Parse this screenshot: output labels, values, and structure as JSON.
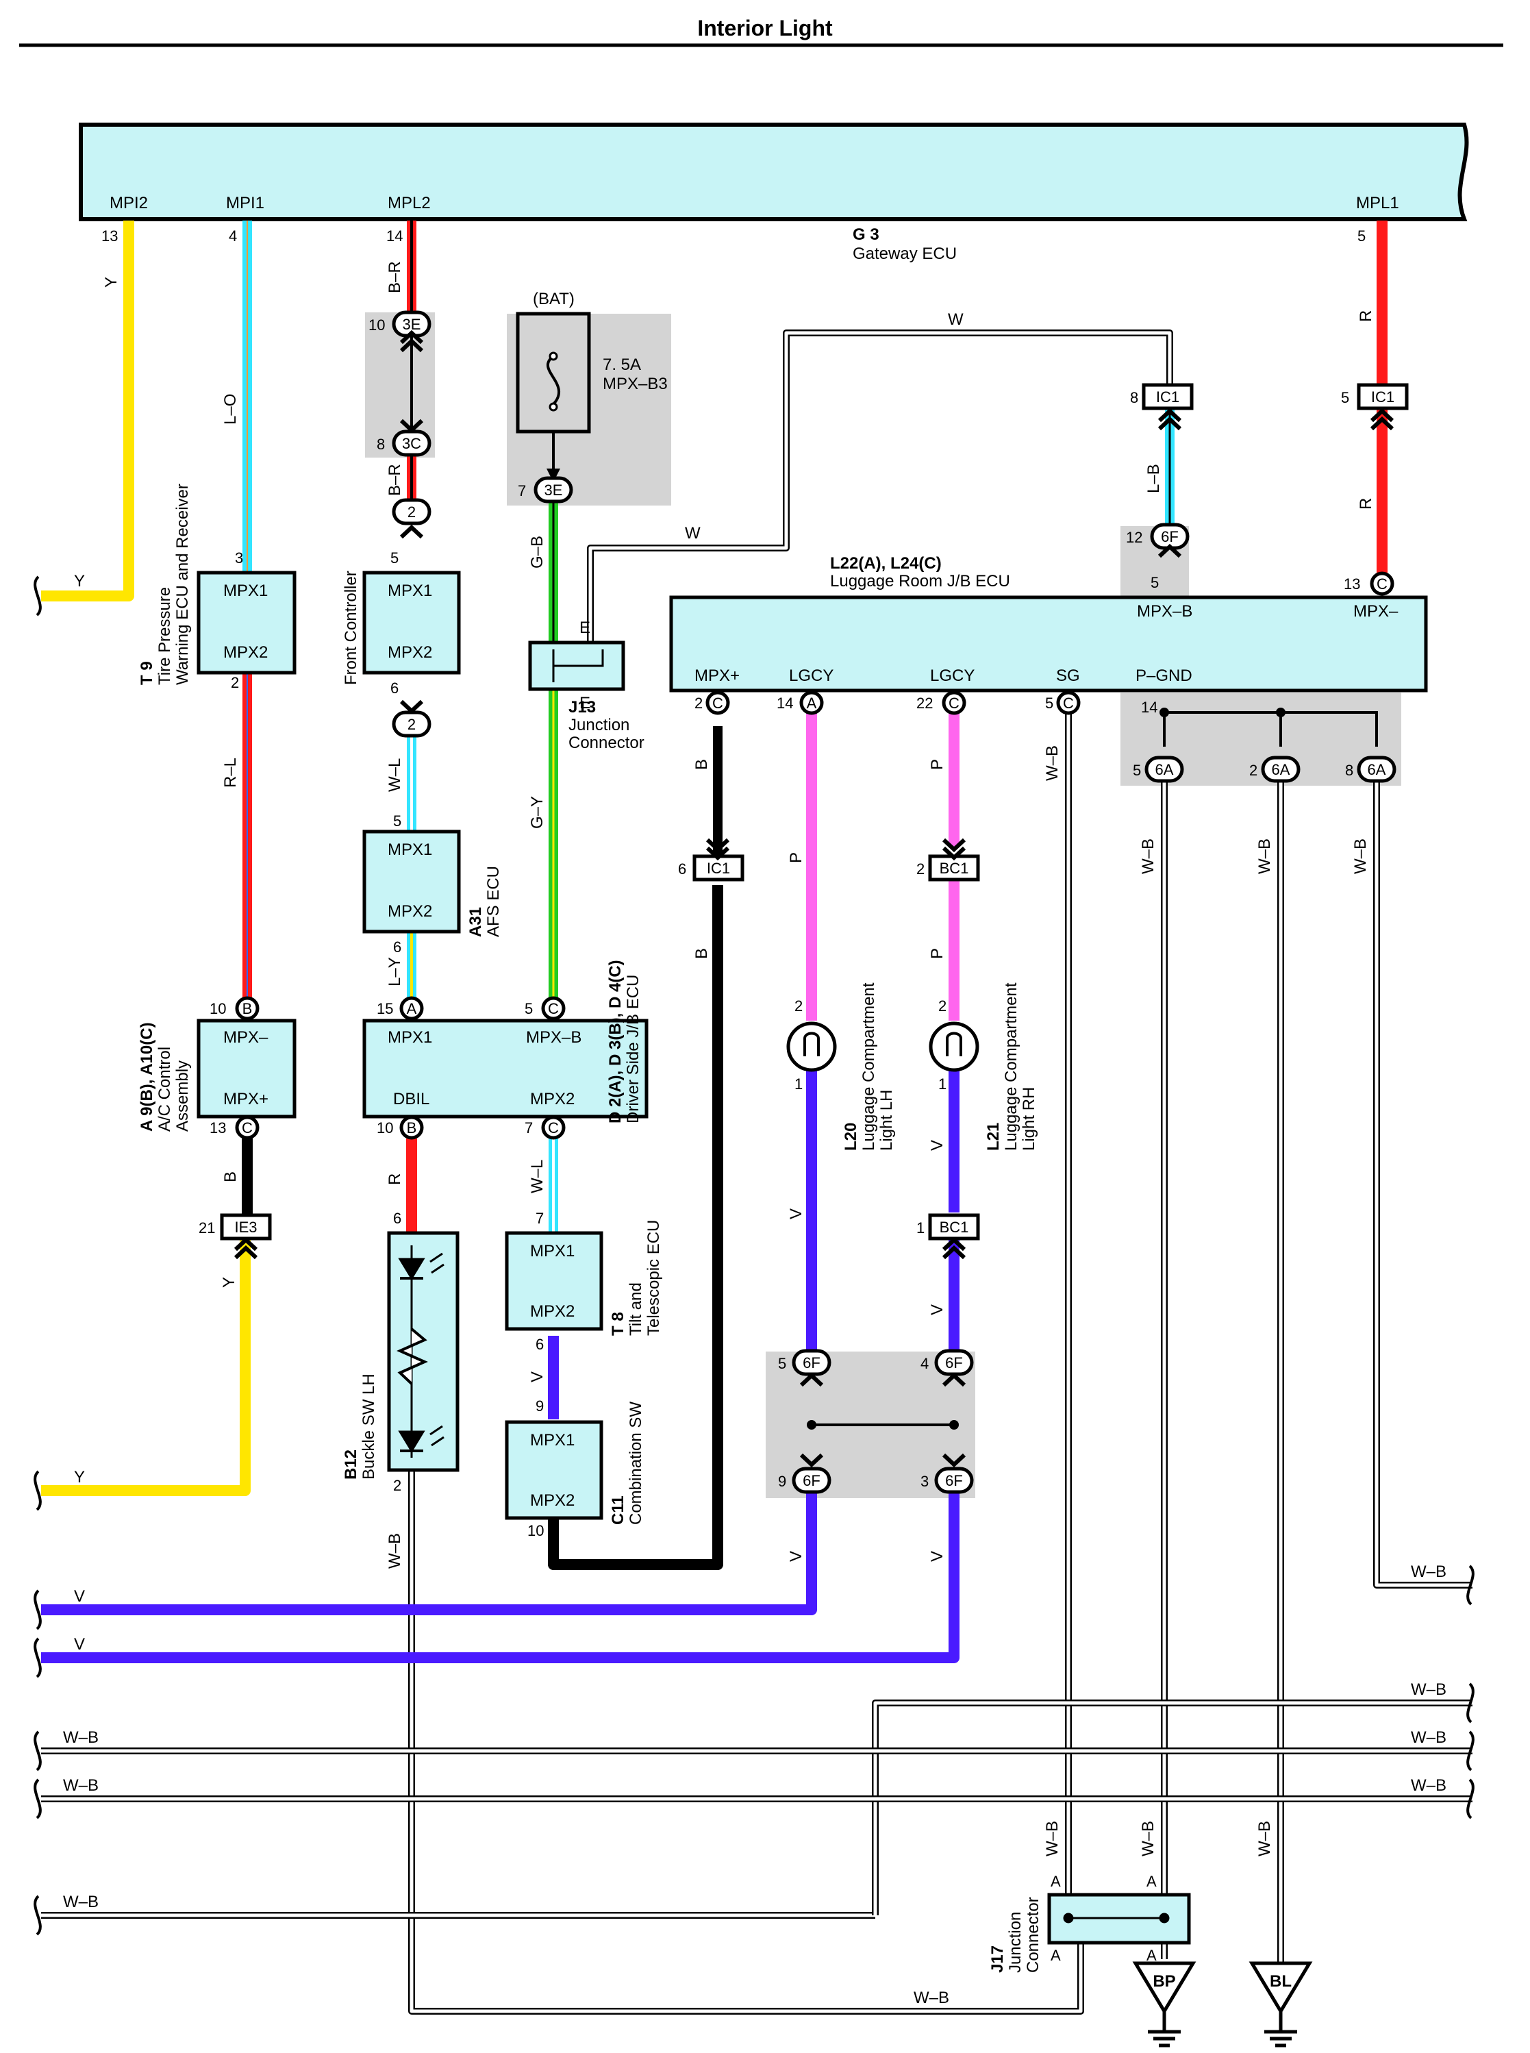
{
  "title": "Interior Light",
  "gateway": {
    "code": "G 3",
    "name": "Gateway ECU",
    "terminals": [
      {
        "name": "MPI2",
        "pin": "13",
        "wire": "Y"
      },
      {
        "name": "MPI1",
        "pin": "4",
        "wire": "L–O"
      },
      {
        "name": "MPL2",
        "pin": "14",
        "wire": "B–R"
      },
      {
        "name": "MPL1",
        "pin": "5",
        "wire": "R"
      }
    ]
  },
  "bat": {
    "label": "(BAT)",
    "rating": "7. 5A",
    "fuse": "MPX–B3"
  },
  "connectors": {
    "c3E": "3E",
    "c3C": "3C",
    "c2": "2",
    "cIC1": "IC1",
    "c6F": "6F",
    "c6A": "6A",
    "cIE3": "IE3",
    "cBC1": "BC1"
  },
  "wires": {
    "Y": "Y",
    "LO": "L–O",
    "BR": "B–R",
    "R": "R",
    "RL": "R–L",
    "WL": "W–L",
    "LY": "L–Y",
    "GB": "G–B",
    "GY": "G–Y",
    "W": "W",
    "LB": "L–B",
    "B": "B",
    "P": "P",
    "V": "V",
    "WB": "W–B"
  },
  "components": {
    "t9": {
      "code": "T 9",
      "name": "Tire Pressure Warning ECU and Receiver",
      "name1": "Tire Pressure",
      "name2": "Warning ECU and Receiver",
      "t1": "MPX1",
      "t2": "MPX2"
    },
    "front": {
      "name": "Front Controller"
    },
    "a31": {
      "code": "A31",
      "name": "AFS ECU",
      "t1": "MPX1",
      "t2": "MPX2"
    },
    "j13": {
      "code": "J13",
      "name": "Junction Connector",
      "name1": "Junction",
      "name2": "Connector",
      "e": "E"
    },
    "l22": {
      "code": "L22(A), L24(C)",
      "name": "Luggage Room J/B ECU",
      "terms": [
        "MPX+",
        "LGCY",
        "LGCY",
        "SG",
        "P–GND",
        "MPX–B",
        "MPX–"
      ]
    },
    "a9": {
      "code": "A 9(B), A10(C)",
      "name": "A/C Control Assembly",
      "name1": "A/C Control",
      "name2": "Assembly",
      "t1": "MPX–",
      "t2": "MPX+"
    },
    "d2": {
      "code": "D 2(A), D 3(B), D 4(C)",
      "name": "Driver Side J/B ECU",
      "t1": "MPX1",
      "t2": "MPX–B",
      "t3": "DBIL",
      "t4": "MPX2"
    },
    "l20": {
      "code": "L20",
      "name": "Luggage Compartment Light LH",
      "name1": "Luggage Compartment",
      "name2": "Light LH"
    },
    "l21": {
      "code": "L21",
      "name": "Luggage Compartment Light RH",
      "name1": "Luggage Compartment",
      "name2": "Light RH"
    },
    "t8": {
      "code": "T 8",
      "name": "Tilt and Telescopic ECU",
      "name1": "Tilt and",
      "name2": "Telescopic ECU",
      "t1": "MPX1",
      "t2": "MPX2"
    },
    "c11": {
      "code": "C11",
      "name": "Combination SW",
      "t1": "MPX1",
      "t2": "MPX2"
    },
    "b12": {
      "code": "B12",
      "name": "Buckle SW LH"
    },
    "j17": {
      "code": "J17",
      "name": "Junction Connector",
      "name1": "Junction",
      "name2": "Connector",
      "a": "A"
    }
  },
  "grounds": [
    "BP",
    "BL"
  ],
  "pins": {
    "p1": "1",
    "p2": "2",
    "p3": "3",
    "p4": "4",
    "p5": "5",
    "p6": "6",
    "p7": "7",
    "p8": "8",
    "p9": "9",
    "p10": "10",
    "p12": "12",
    "p13": "13",
    "p14": "14",
    "p15": "15",
    "p21": "21",
    "p22": "22",
    "A": "A",
    "B": "B",
    "C": "C"
  },
  "colors": {
    "yellow": "#ffe600",
    "red": "#ff1a1a",
    "cyan": "#33e5ff",
    "green": "#22cc22",
    "pink": "#ff66ee",
    "violet": "#4a1aff",
    "black": "#000000",
    "box": "#c8f4f6",
    "gray": "#d4d4d4"
  }
}
